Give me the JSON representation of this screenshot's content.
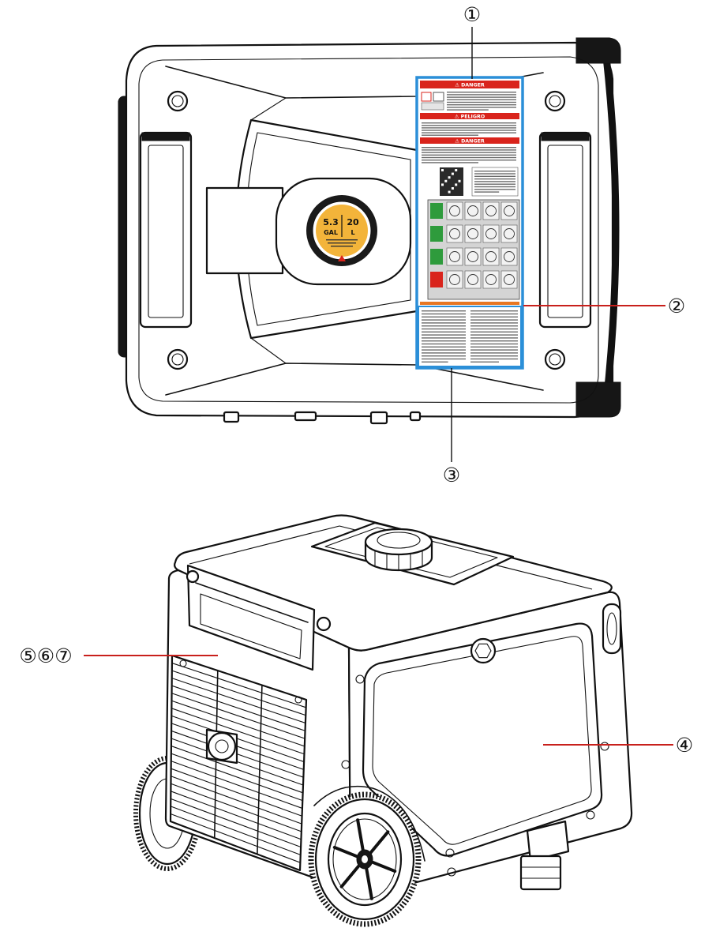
{
  "callouts": {
    "c1": "①",
    "c2": "②",
    "c3": "③",
    "c4": "④",
    "c567": "⑤⑥⑦"
  },
  "fuel_cap": {
    "left_value": "5.3",
    "right_value": "20",
    "left_unit": "GAL",
    "right_unit": "L"
  },
  "warning_label": {
    "headers": [
      "⚠ DANGER",
      "⚠ PELIGRO",
      "⚠ DANGER"
    ]
  },
  "colors": {
    "callout_line_red": "#c8201c",
    "label_border_blue": "#2b8fd8",
    "warning_red": "#d9241c",
    "cap_yellow": "#f3b43a",
    "status_green": "#2e9b3c",
    "caution_orange": "#e87722"
  }
}
